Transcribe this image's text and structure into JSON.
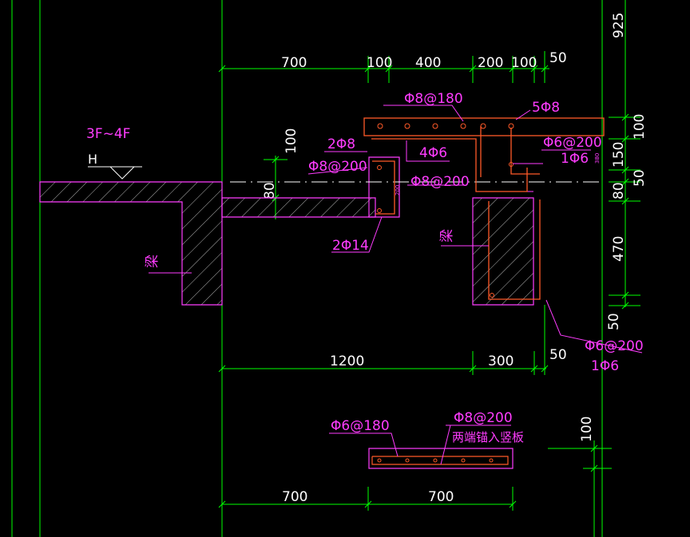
{
  "colors": {
    "background": "#000000",
    "dimension_line": "#00ff00",
    "outline": "#ff3cff",
    "rebar": "#ff5a28",
    "text": "#ffffff",
    "annotation": "#ff3cff",
    "reference_line": "#ffffff"
  },
  "floor_label": "3F~4F",
  "elevation_label": "H",
  "beam_label_left": "梁",
  "beam_label_right": "梁",
  "top_dims": [
    "700",
    "100",
    "400",
    "200",
    "100",
    "50"
  ],
  "right_dims": [
    "925",
    "100",
    "150",
    "50",
    "80",
    "470",
    "50"
  ],
  "left_dims": [
    "100",
    "80"
  ],
  "bottom_dims": [
    "1200",
    "300",
    "50"
  ],
  "lower_dims": [
    "700",
    "700"
  ],
  "small_dim_right": "100",
  "rebar_labels": {
    "top_dist": "Φ8@180",
    "top_main": "5Φ8",
    "two_phi8": "2Φ8",
    "four_phi6": "4Φ6",
    "phi8_200_left": "Φ8@200",
    "phi8_200_mid": "Φ8@200",
    "phi6_200_upper": "Φ6@200",
    "one_phi6_upper": "1Φ6",
    "two_phi14": "2Φ14",
    "phi6_200_lower": "Φ6@200",
    "one_phi6_lower": "1Φ6",
    "slab_phi6_180": "Φ6@180",
    "slab_phi8_200": "Φ8@200",
    "slab_note": "两端锚入竖板"
  },
  "small_dim_labels": {
    "upright_height": "200",
    "box_height": "380"
  }
}
